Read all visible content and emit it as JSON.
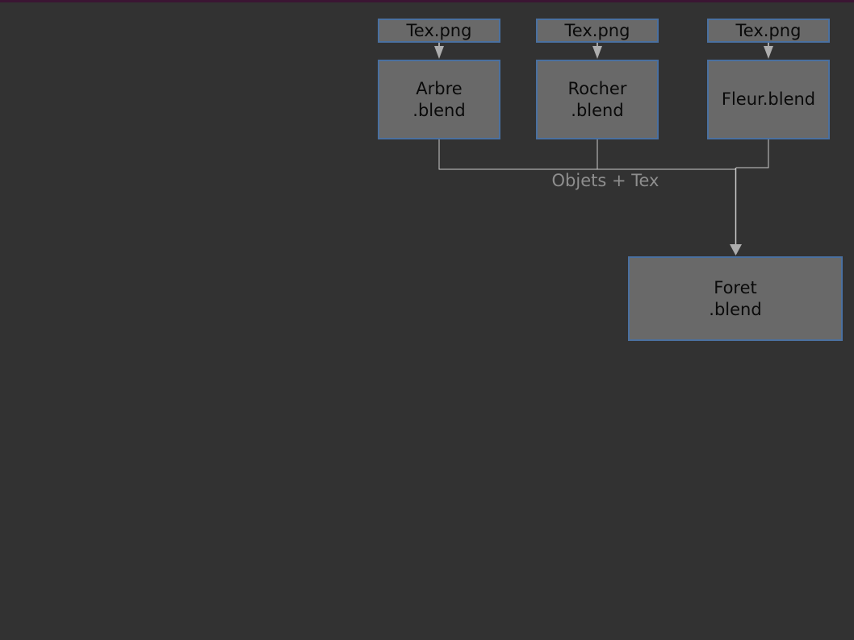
{
  "window": {
    "background_color": "#323232",
    "top_border_color": "#3b1533"
  },
  "diagram": {
    "texture_nodes": [
      {
        "id": "tex-1",
        "label": "Tex.png"
      },
      {
        "id": "tex-2",
        "label": "Tex.png"
      },
      {
        "id": "tex-3",
        "label": "Tex.png"
      }
    ],
    "object_nodes": [
      {
        "id": "arbre",
        "label": "Arbre\n.blend"
      },
      {
        "id": "rocher",
        "label": "Rocher\n.blend"
      },
      {
        "id": "fleur",
        "label": "Fleur.blend"
      }
    ],
    "merge_label": "Objets + Tex",
    "result_node": {
      "id": "foret",
      "label": "Foret\n.blend"
    },
    "colors": {
      "node_fill": "#696969",
      "node_border": "#4a70a0",
      "node_text": "#0a0a0a",
      "connector_line": "#c9c9c9",
      "arrowhead_fill": "#adadad",
      "merge_label_text": "#8e8e8e"
    }
  }
}
